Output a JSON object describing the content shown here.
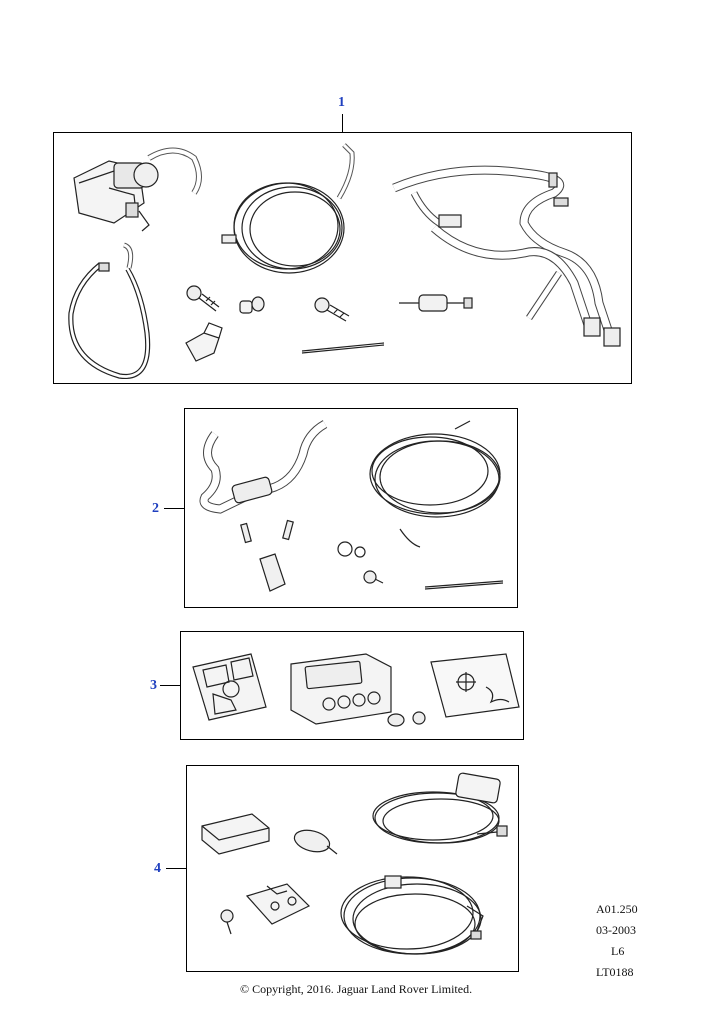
{
  "callouts": [
    "1",
    "2",
    "3",
    "4"
  ],
  "reference": {
    "code": "A01.250",
    "date": "03-2003",
    "variant": "L6",
    "illustration": "LT0188"
  },
  "copyright": "© Copyright, 2016. Jaguar Land Rover Limited."
}
